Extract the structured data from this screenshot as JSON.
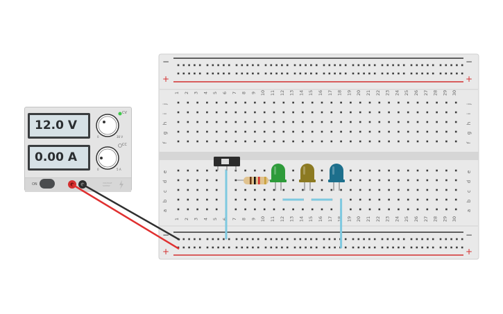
{
  "power_supply": {
    "voltage": "12.0 V",
    "current": "0.00 A",
    "on_label": "ON",
    "cv_label": "CV",
    "cc_label": "CC",
    "voltage_min": "0",
    "voltage_max": "30 V",
    "current_min": "0",
    "current_max": "5 A",
    "brand": "VOLTAGE SUPPLY"
  },
  "breadboard": {
    "columns": 30,
    "top_row_letters": [
      "j",
      "i",
      "h",
      "g",
      "f"
    ],
    "bottom_row_letters": [
      "e",
      "d",
      "c",
      "b",
      "a"
    ],
    "rail_minus": "−",
    "rail_plus": "+"
  },
  "components": {
    "leds": [
      {
        "name": "green-led",
        "color": "#2e9b3a"
      },
      {
        "name": "yellow-led",
        "color": "#8c7a22"
      },
      {
        "name": "blue-led",
        "color": "#1d6f8c"
      }
    ],
    "wire_color": "#7ec9e0"
  },
  "colors": {
    "red_rail": "#d32f2f",
    "black_rail": "#333333",
    "red_lead": "#e03030",
    "black_lead": "#303030"
  }
}
